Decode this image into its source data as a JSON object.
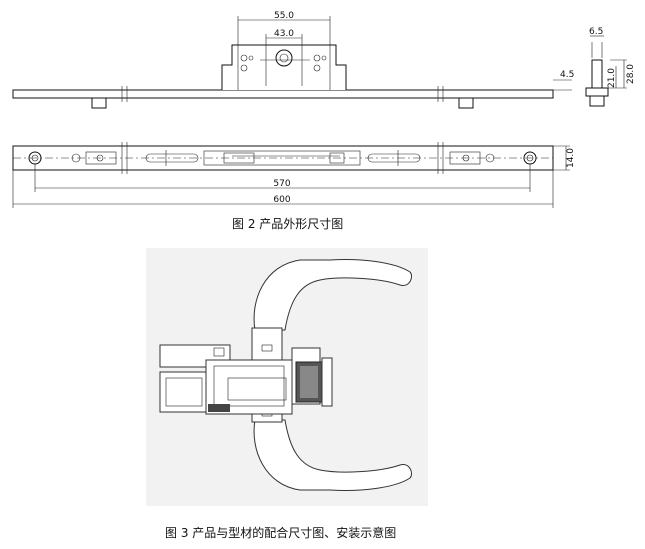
{
  "figure2": {
    "dims": {
      "top_width_outer": "55.0",
      "top_width_inner": "43.0",
      "side_width": "6.5",
      "side_h1": "21.0",
      "side_h2": "28.0",
      "step": "4.5",
      "bar_height": "14.0",
      "hole_spacing": "570",
      "overall_length": "600"
    },
    "caption": "图 2   产品外形尺寸图"
  },
  "figure3": {
    "caption": "图 3 产品与型材的配合尺寸图、安装示意图"
  }
}
